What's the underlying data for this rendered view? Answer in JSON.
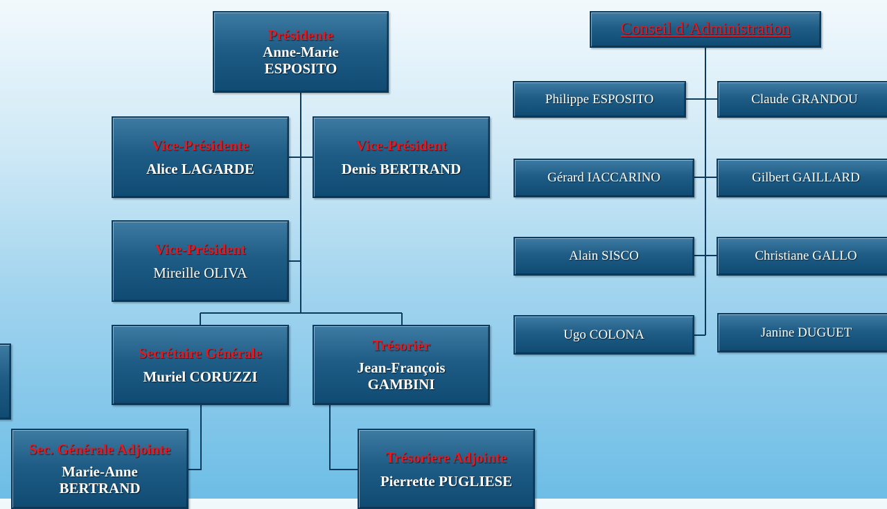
{
  "presidente": {
    "role": "Présidente",
    "name_line1": "Anne-Marie",
    "name_line2": "ESPOSITO"
  },
  "vice_presidente_1": {
    "role": "Vice-Présidente",
    "name": "Alice LAGARDE"
  },
  "vice_president_2": {
    "role": "Vice-Président",
    "name": "Denis BERTRAND"
  },
  "vice_president_3": {
    "role": "Vice-Président",
    "name": "Mireille OLIVA"
  },
  "secretaire": {
    "role": "Secrétaire Générale",
    "name": "Muriel CORUZZI"
  },
  "tresorier": {
    "role": "Trésorièr",
    "name_line1": "Jean-François",
    "name_line2": "GAMBINI"
  },
  "sec_adjointe": {
    "role": "Sec. Générale Adjointe",
    "name_line1": "Marie-Anne",
    "name_line2": "BERTRAND"
  },
  "tresoriere_adjointe": {
    "role": "Trésoriere Adjointe",
    "name": "Pierrette PUGLIESE"
  },
  "conseil": {
    "title": "Conseil d’Administration",
    "left_members": [
      "Philippe ESPOSITO",
      "Gérard IACCARINO",
      "Alain SISCO",
      "Ugo COLONA"
    ],
    "right_members": [
      "Claude GRANDOU",
      "Gilbert GAILLARD",
      "Christiane GALLO",
      "Janine DUGUET"
    ]
  },
  "colors": {
    "box": "#1f5d86",
    "role_text": "#e11b22",
    "connector": "#0b3a5c"
  }
}
